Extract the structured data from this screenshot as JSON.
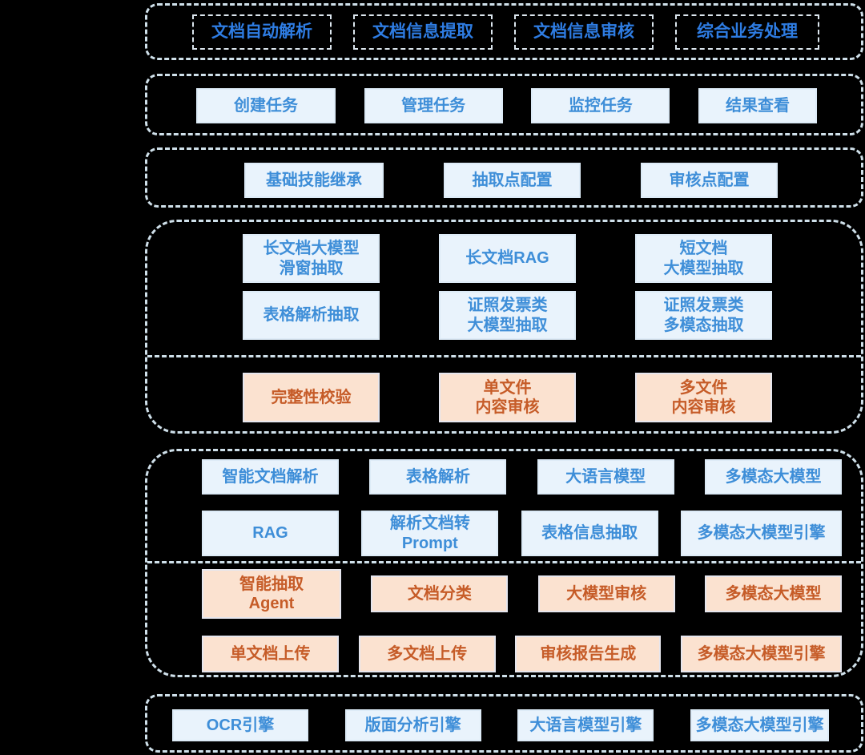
{
  "colors": {
    "background": "#000000",
    "container_border": "#cfe0ea",
    "blue_fill": "#e9f3fc",
    "blue_border": "#ddebf7",
    "blue_text": "#3e8ed8",
    "scenario_text": "#2e7ce2",
    "orange_fill": "#fbe2d0",
    "orange_text": "#c65c28"
  },
  "scenario_layer": {
    "items": [
      "文档自动解析",
      "文档信息提取",
      "文档信息审核",
      "综合业务处理"
    ]
  },
  "task_layer": {
    "items": [
      "创建任务",
      "管理任务",
      "监控任务",
      "结果查看"
    ]
  },
  "config_layer": {
    "items": [
      "基础技能继承",
      "抽取点配置",
      "审核点配置"
    ]
  },
  "extract_layer": {
    "blue_rows": [
      [
        "长文档大模型\n滑窗抽取",
        "长文档RAG",
        "短文档\n大模型抽取"
      ],
      [
        "表格解析抽取",
        "证照发票类\n大模型抽取",
        "证照发票类\n多模态抽取"
      ]
    ],
    "orange_rows": [
      [
        "完整性校验",
        "单文件\n内容审核",
        "多文件\n内容审核"
      ]
    ]
  },
  "capability_layer": {
    "blue_rows": [
      [
        "智能文档解析",
        "表格解析",
        "大语言模型",
        "多模态大模型"
      ],
      [
        "RAG",
        "解析文档转\nPrompt",
        "表格信息抽取",
        "多模态大模型引擎"
      ]
    ],
    "orange_rows": [
      [
        "智能抽取\nAgent",
        "文档分类",
        "大模型审核",
        "多模态大模型"
      ],
      [
        "单文档上传",
        "多文档上传",
        "审核报告生成",
        "多模态大模型引擎"
      ]
    ]
  },
  "engine_layer": {
    "items": [
      "OCR引擎",
      "版面分析引擎",
      "大语言模型引擎",
      "多模态大模型引擎"
    ]
  }
}
